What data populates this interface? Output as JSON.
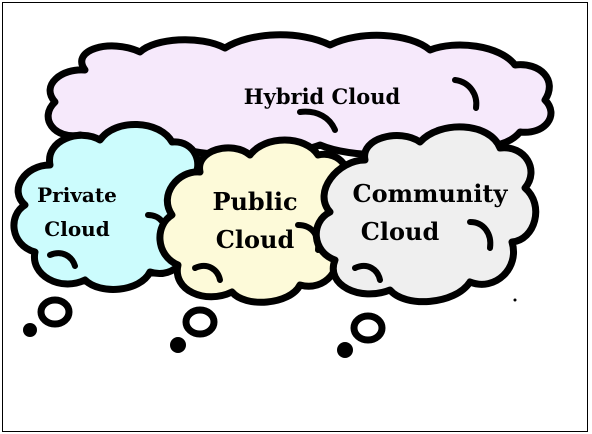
{
  "colors": {
    "hybrid_fill": "#f6e9fb",
    "private_fill": "#ccfcfd",
    "public_fill": "#fdfad9",
    "community_fill": "#efefef",
    "outline": "#000000"
  },
  "clouds": {
    "hybrid": {
      "label": "Hybrid Cloud"
    },
    "private": {
      "line1": "Private",
      "line2": "Cloud"
    },
    "public": {
      "line1": "Public",
      "line2": "Cloud"
    },
    "community": {
      "line1": "Community",
      "line2": "Cloud"
    }
  }
}
